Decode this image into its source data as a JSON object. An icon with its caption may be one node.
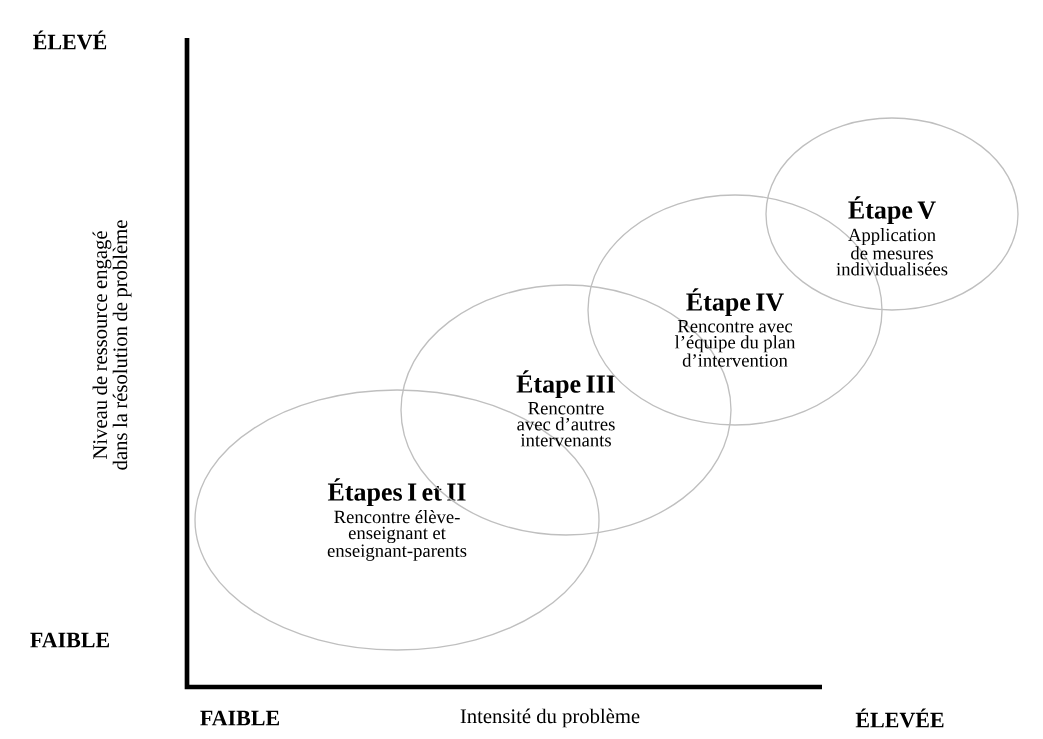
{
  "diagram": {
    "nodes": [
      {
        "text": [
          "Étapes I et II",
          "Rencontre élève-enseignant et enseignant-parents"
        ]
      },
      {
        "text": [
          "Étape III",
          "Rencontre avec d’autres intervenants"
        ]
      },
      {
        "text": [
          "Étape IV",
          "Rencontre avec l’équipe du plan d’intervention"
        ]
      },
      {
        "text": [
          "Étape V",
          "Application de mesures individualisées"
        ]
      }
    ],
    "labels": [
      "ÉLEVÉ",
      "Niveau de ressource engagé dans la résolution de problème",
      "FAIBLE",
      "FAIBLE",
      "Intensité du problème",
      "ÉLEVÉE"
    ]
  }
}
